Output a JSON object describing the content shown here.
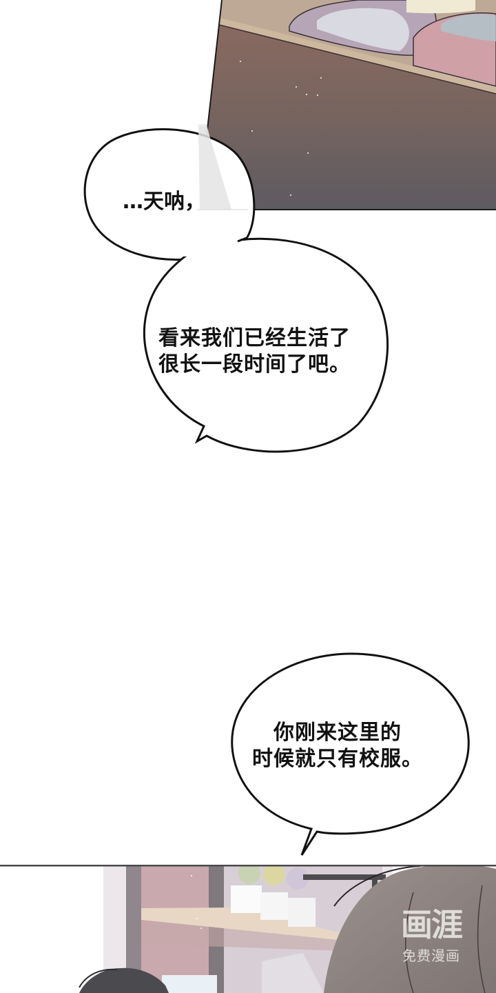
{
  "comic": {
    "panels": [
      {
        "id": "top-panel",
        "description": "bedroom floor and bedding, angled panel"
      },
      {
        "id": "bottom-panel",
        "description": "room with shelves, two characters' hair visible"
      }
    ],
    "bubbles": [
      {
        "id": "bubble-1",
        "lines": [
          "…天呐，"
        ]
      },
      {
        "id": "bubble-2",
        "lines": [
          "看来我们已经生活了",
          "很长一段时间了吧。"
        ]
      },
      {
        "id": "bubble-3",
        "lines": [
          "你刚来这里的",
          "时候就只有校服。"
        ]
      }
    ],
    "watermark": {
      "logo": "画涯",
      "subtitle": "免费漫画"
    }
  },
  "colors": {
    "background": "#ffffff",
    "floor_top": "#8a6c63",
    "floor_bottom": "#5e5a60",
    "bedding_pink": "#c99aa0",
    "bedding_lavender": "#b8a6b8",
    "wall_pink": "#c8a9ad",
    "hair_gray": "#8f8683",
    "hair_dark": "#4a4a4f",
    "bubble_stroke": "#111111"
  }
}
